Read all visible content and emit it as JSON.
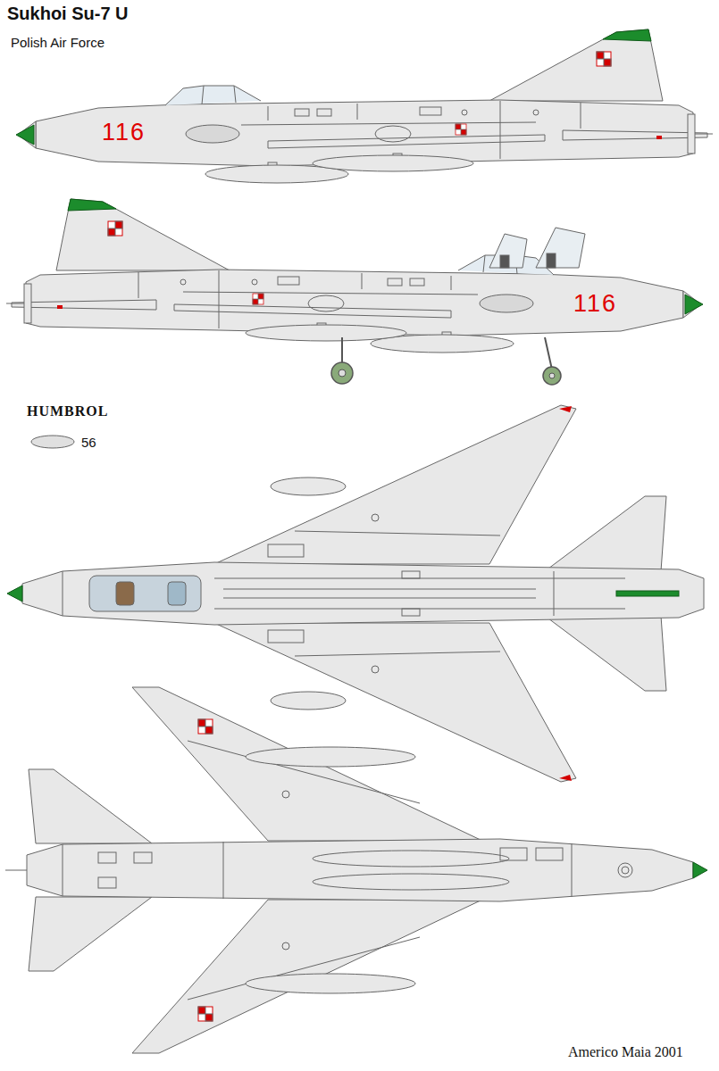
{
  "diagram": {
    "title": "Sukhoi Su-7 U",
    "labels": [
      "Polish Air Force",
      "116",
      "116",
      "HUMBROL",
      "Americo Maia 2001"
    ],
    "legend": [
      {
        "text": "56",
        "color": "#e0e0e0"
      }
    ]
  }
}
